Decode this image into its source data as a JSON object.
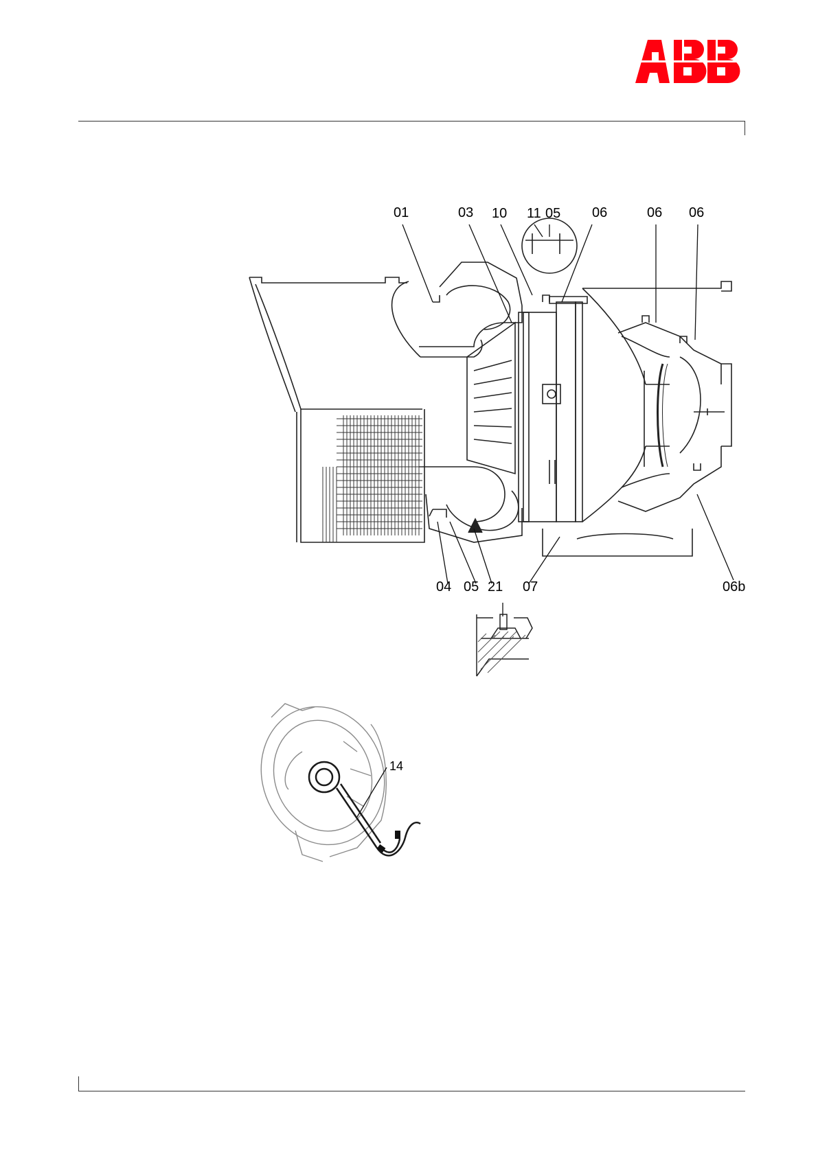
{
  "brand": {
    "logo_text": "ABB",
    "color": "#ff000f"
  },
  "figure_main": {
    "callouts_top": [
      "01",
      "03",
      "10",
      "11",
      "05",
      "06",
      "06",
      "06"
    ],
    "callouts_bottom": [
      "04",
      "05",
      "21",
      "07",
      "06b"
    ]
  },
  "figure_detail": {
    "callout": "14"
  },
  "icons": [
    "turbocharger-section-drawing",
    "bolt-detail-inset",
    "speed-sensor-drawing"
  ]
}
